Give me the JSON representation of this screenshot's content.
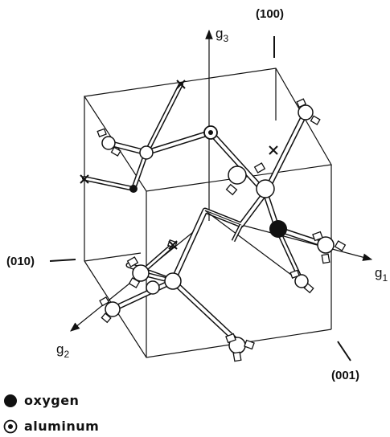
{
  "axes": {
    "g1": {
      "base": "g",
      "sub": "1"
    },
    "g2": {
      "base": "g",
      "sub": "2"
    },
    "g3": {
      "base": "g",
      "sub": "3"
    }
  },
  "directions": {
    "d100": "(100)",
    "d010": "(010)",
    "d001": "(001)"
  },
  "legend": {
    "oxygen": "oxygen",
    "aluminum": "aluminum"
  },
  "colors": {
    "ink": "#111111",
    "paper": "#ffffff"
  }
}
